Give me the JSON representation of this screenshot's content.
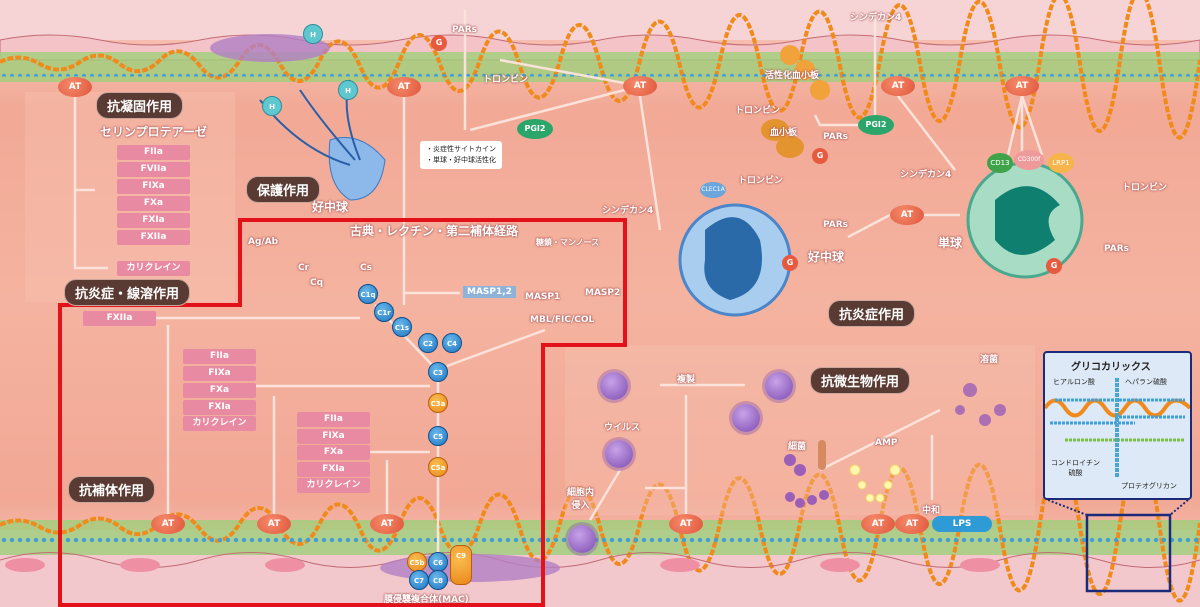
{
  "anticoagulation": {
    "title": "抗凝固作用",
    "subtitle": "セリンプロテアーゼ",
    "factors": [
      "FIIa",
      "FVIIa",
      "FIXa",
      "FXa",
      "FXIa",
      "FXIIa"
    ],
    "kallikrein": "カリクレイン"
  },
  "anti_inflammation_fibrinolysis": {
    "title": "抗炎症・線溶作用"
  },
  "protection": {
    "title": "保護作用",
    "neutrophil": "好中球",
    "histone": "H"
  },
  "top": {
    "pars": "PARs",
    "g": "G",
    "thrombin": "トロンビン",
    "pgi2": "PGI2",
    "cytokine_notes": [
      "・炎症性サイトカイン",
      "・単球・好中球活性化"
    ]
  },
  "at": "AT",
  "complement": {
    "title": "古典・レクチン・第二補体経路",
    "ag_ab": "Ag/Ab",
    "cr": "Cr",
    "cq": "Cq",
    "cs": "Cs",
    "c1q": "C1q",
    "c1r": "C1r",
    "c1s": "C1s",
    "c2": "C2",
    "c4": "C4",
    "c3": "C3",
    "c3a": "C3a",
    "c5": "C5",
    "c5a": "C5a",
    "c5b": "C5b",
    "c6": "C6",
    "c7": "C7",
    "c8": "C8",
    "c9": "C9",
    "masp12": "MASP1,2",
    "sugar": "糖鎖・マンノース",
    "masp1": "MASP1",
    "masp2": "MASP2",
    "mbl": "MBL/FIC/COL",
    "mac": "膜侵襲複合体(MAC)",
    "fxiia": "FXIIa",
    "list1": [
      "FIIa",
      "FIXa",
      "FXa",
      "FXIa",
      "カリクレイン"
    ],
    "list2": [
      "FIIa",
      "FIXa",
      "FXa",
      "FXIa",
      "カリクレイン"
    ],
    "title_anti": "抗補体作用"
  },
  "inflammation": {
    "syndecan4": "シンデカン4",
    "activated_platelet": "活性化血小板",
    "thrombin": "トロンビン",
    "platelet": "血小板",
    "pars": "PARs",
    "pgi2": "PGI2",
    "clec1a": "CLEC1A",
    "neutrophil": "好中球",
    "monocyte": "単球",
    "cd13": "CD13",
    "cd300f": "CD300f",
    "lrp1": "LRP1",
    "g": "G",
    "title": "抗炎症作用"
  },
  "antimicrobial": {
    "title": "抗微生物作用",
    "replication": "複製",
    "virus": "ウイルス",
    "invasion": "細胞内\n侵入",
    "bacteria": "細菌",
    "amp": "AMP",
    "lysis": "溶菌",
    "neutralize": "中和",
    "lps": "LPS"
  },
  "glycocalyx": {
    "title": "グリコカリックス",
    "hyaluronic": "ヒアルロン酸",
    "heparan": "ヘパラン硫酸",
    "chondroitin": "コンドロイチン\n硫酸",
    "proteoglycan": "プロテオグリカン"
  }
}
